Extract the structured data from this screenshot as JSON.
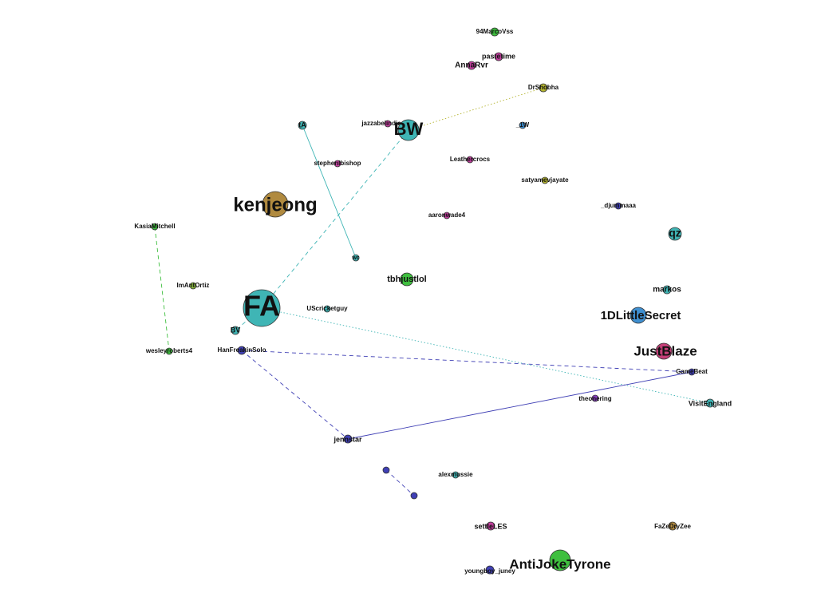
{
  "graph": {
    "nodes": [
      {
        "id": "94MarcoVss",
        "label": "94MarcoVss",
        "color": "#3fbf3f",
        "size": "small"
      },
      {
        "id": "pastetime",
        "label": "pastetime",
        "color": "#c43fa0",
        "size": "small"
      },
      {
        "id": "AnnaRvr",
        "label": "AnnaRvr",
        "color": "#c43fa0",
        "size": "small"
      },
      {
        "id": "DrShobha",
        "label": "DrShobha",
        "color": "#b5b531",
        "size": "small"
      },
      {
        "id": "jazzabelindia",
        "label": "jazzabelindia",
        "color": "#c43fa0",
        "size": "tiny"
      },
      {
        "id": "BW",
        "label": "BW",
        "color": "#3fb5b5",
        "size": "large"
      },
      {
        "id": "_1W",
        "label": "_1W",
        "color": "#3f8fd0",
        "size": "tiny"
      },
      {
        "id": "tA",
        "label": "tA",
        "color": "#3fb5b5",
        "size": "small"
      },
      {
        "id": "stephenlbishop",
        "label": "stephenlbishop",
        "color": "#c43fa0",
        "size": "tiny"
      },
      {
        "id": "Leathercrocs",
        "label": "Leathercrocs",
        "color": "#c43fa0",
        "size": "tiny"
      },
      {
        "id": "satyamevjayate",
        "label": "satyamevjayate",
        "color": "#b5b531",
        "size": "tiny"
      },
      {
        "id": "kenjeong",
        "label": "kenjeong",
        "color": "#b08a3f",
        "size": "xlarge"
      },
      {
        "id": "aaronwade4",
        "label": "aaronwade4",
        "color": "#c43fa0",
        "size": "tiny"
      },
      {
        "id": "_djummaaa",
        "label": "_djummaaa",
        "color": "#4040b5",
        "size": "tiny"
      },
      {
        "id": "qz",
        "label": "qz",
        "color": "#3fb5b5",
        "size": "medium"
      },
      {
        "id": "KasiaMitchell",
        "label": "KasiaMitchell",
        "color": "#3fbf3f",
        "size": "tiny"
      },
      {
        "id": "wc",
        "label": "wc",
        "color": "#3fb5b5",
        "size": "tiny"
      },
      {
        "id": "tbhjustlol",
        "label": "tbhjustlol",
        "color": "#3fbf3f",
        "size": "medium"
      },
      {
        "id": "ImAntOrtiz",
        "label": "ImAntOrtiz",
        "color": "#8fbf3f",
        "size": "tiny"
      },
      {
        "id": "markos",
        "label": "markos",
        "color": "#3fb5b5",
        "size": "small"
      },
      {
        "id": "FA",
        "label": "FA",
        "color": "#3fb5b5",
        "size": "xxlarge"
      },
      {
        "id": "UScricketguy",
        "label": "UScricketguy",
        "color": "#3fb5b5",
        "size": "tiny"
      },
      {
        "id": "1DLittleSecret",
        "label": "1DLittleSecret",
        "color": "#3f8fd0",
        "size": "large-medium"
      },
      {
        "id": "BV",
        "label": "BV",
        "color": "#3fb5b5",
        "size": "small"
      },
      {
        "id": "wesleyroberts4",
        "label": "wesleyroberts4",
        "color": "#3fbf3f",
        "size": "tiny"
      },
      {
        "id": "HanFreakinSolo",
        "label": "HanFreakinSolo",
        "color": "#4040b5",
        "size": "small"
      },
      {
        "id": "JustBlaze",
        "label": "JustBlaze",
        "color": "#c43f78",
        "size": "large-medium"
      },
      {
        "id": "GameBeat",
        "label": "GameBeat",
        "color": "#4040b5",
        "size": "tiny"
      },
      {
        "id": "theonering",
        "label": "theonering",
        "color": "#8a3fc4",
        "size": "tiny"
      },
      {
        "id": "VisitEngland",
        "label": "VisitEngland",
        "color": "#3fb5b5",
        "size": "small"
      },
      {
        "id": "jennstar",
        "label": "jennstar",
        "color": "#4040b5",
        "size": "small"
      },
      {
        "id": "n1",
        "label": "",
        "color": "#4040b5",
        "size": "tiny"
      },
      {
        "id": "n2",
        "label": "",
        "color": "#4040b5",
        "size": "tiny"
      },
      {
        "id": "alexmussie",
        "label": "alexmussie",
        "color": "#3fb5b5",
        "size": "tiny"
      },
      {
        "id": "settleLES",
        "label": "settleLES",
        "color": "#c43fa0",
        "size": "small"
      },
      {
        "id": "FaZeDryZee",
        "label": "FaZeDryZee",
        "color": "#b08a3f",
        "size": "small"
      },
      {
        "id": "AntiJokeTyrone",
        "label": "AntiJokeTyrone",
        "color": "#3fbf3f",
        "size": "large"
      },
      {
        "id": "youngboy_juney",
        "label": "youngboy_juney",
        "color": "#4040b5",
        "size": "small"
      }
    ],
    "edges": [
      {
        "source": "BW",
        "target": "DrShobha",
        "style": "dotted",
        "color": "#b5b531"
      },
      {
        "source": "BW",
        "target": "FA",
        "style": "dashed",
        "color": "#3fb5b5"
      },
      {
        "source": "tA",
        "target": "wc",
        "style": "solid",
        "color": "#3fb5b5"
      },
      {
        "source": "KasiaMitchell",
        "target": "wesleyroberts4",
        "style": "dashed",
        "color": "#3fbf3f"
      },
      {
        "source": "FA",
        "target": "BV",
        "style": "dashed",
        "color": "#3fb5b5"
      },
      {
        "source": "FA",
        "target": "VisitEngland",
        "style": "dotted",
        "color": "#3fb5b5"
      },
      {
        "source": "HanFreakinSolo",
        "target": "GameBeat",
        "style": "dashed",
        "color": "#4040b5"
      },
      {
        "source": "HanFreakinSolo",
        "target": "jennstar",
        "style": "dashed",
        "color": "#4040b5"
      },
      {
        "source": "jennstar",
        "target": "GameBeat",
        "style": "solid",
        "color": "#4040b5"
      },
      {
        "source": "n1",
        "target": "n2",
        "style": "dashed",
        "color": "#4040b5"
      }
    ]
  }
}
